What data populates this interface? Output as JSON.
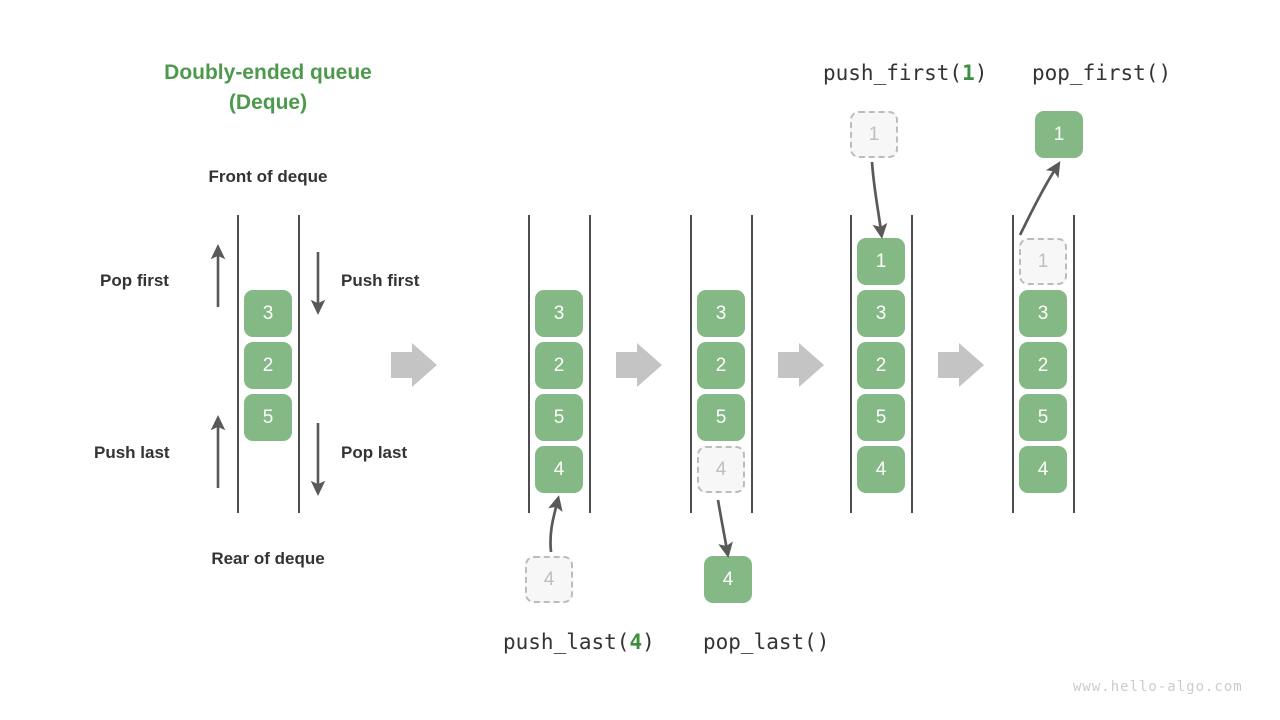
{
  "title": {
    "line1": "Doubly-ended queue",
    "line2": "(Deque)"
  },
  "labels": {
    "front": "Front of deque",
    "rear": "Rear of deque",
    "pop_first": "Pop first",
    "push_first": "Push first",
    "push_last": "Push last",
    "pop_last": "Pop last"
  },
  "operations": {
    "push_last": {
      "name": "push_last(",
      "arg": "4",
      "close": ")"
    },
    "pop_last": {
      "name": "pop_last(",
      "arg": "",
      "close": ")"
    },
    "push_first": {
      "name": "push_first(",
      "arg": "1",
      "close": ")"
    },
    "pop_first": {
      "name": "pop_first(",
      "arg": "",
      "close": ")"
    }
  },
  "panels": [
    {
      "id": "initial",
      "nodes": [
        "3",
        "2",
        "5"
      ]
    },
    {
      "id": "push-last",
      "nodes": [
        "3",
        "2",
        "5",
        "4"
      ],
      "incoming": "4"
    },
    {
      "id": "pop-last",
      "nodes": [
        "3",
        "2",
        "5"
      ],
      "ghost_bottom": "4",
      "outgoing": "4"
    },
    {
      "id": "push-first",
      "nodes": [
        "1",
        "3",
        "2",
        "5",
        "4"
      ],
      "incoming": "1"
    },
    {
      "id": "pop-first",
      "nodes": [
        "3",
        "2",
        "5",
        "4"
      ],
      "ghost_top": "1",
      "outgoing": "1"
    }
  ],
  "colors": {
    "node_green": "#84b884",
    "title_green": "#4d9a4d",
    "arg_green": "#3e8e41",
    "ghost_fill": "#f7f7f7",
    "ghost_border": "#bcbcbc",
    "ghost_text": "#bfbfbf",
    "rail": "#4d4d4d",
    "thin_arrow": "#595959",
    "block_arrow": "#c4c4c4",
    "label_text": "#333333",
    "watermark": "#cccccc",
    "background": "#ffffff"
  },
  "watermark": "www.hello-algo.com"
}
